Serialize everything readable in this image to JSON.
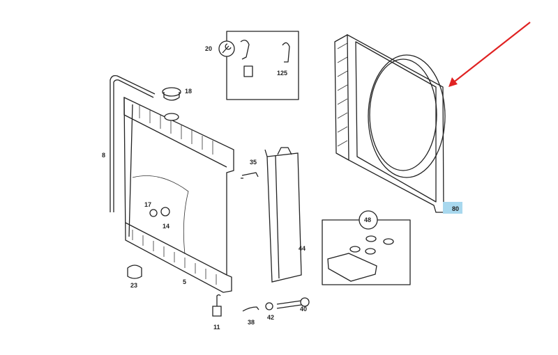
{
  "diagram": {
    "title": "Radiator and fan shroud parts diagram",
    "highlight_color": "#a8d8ee",
    "arrow_color": "#e02222",
    "callouts": {
      "c20": "20",
      "c125": "125",
      "c18": "18",
      "c8": "8",
      "c35": "35",
      "c17": "17",
      "c14": "14",
      "c23": "23",
      "c5": "5",
      "c44": "44",
      "c48": "48",
      "c80": "80",
      "c11": "11",
      "c38": "38",
      "c42": "42",
      "c40": "40"
    }
  }
}
